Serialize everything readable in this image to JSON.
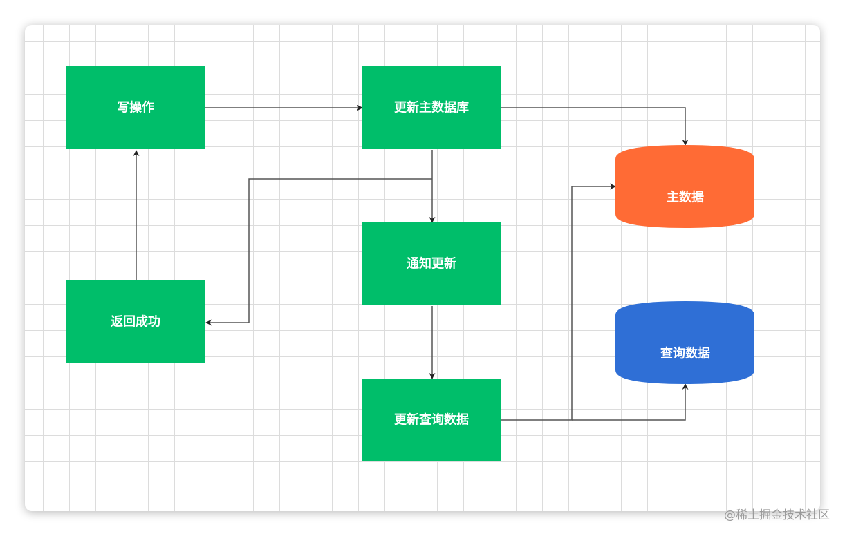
{
  "diagram": {
    "type": "flowchart",
    "colors": {
      "process": "#00be6a",
      "primary_db": "#ff6b35",
      "query_db": "#2f6fd6",
      "edge": "#555555"
    },
    "nodes": [
      {
        "id": "write",
        "label": "写操作",
        "shape": "rect",
        "color": "process"
      },
      {
        "id": "update_master",
        "label": "更新主数据库",
        "shape": "rect",
        "color": "process"
      },
      {
        "id": "notify",
        "label": "通知更新",
        "shape": "rect",
        "color": "process"
      },
      {
        "id": "update_query",
        "label": "更新查询数据",
        "shape": "rect",
        "color": "process"
      },
      {
        "id": "return_ok",
        "label": "返回成功",
        "shape": "rect",
        "color": "process"
      },
      {
        "id": "master_db",
        "label": "主数据",
        "shape": "cylinder",
        "color": "primary_db"
      },
      {
        "id": "query_db",
        "label": "查询数据",
        "shape": "cylinder",
        "color": "query_db"
      }
    ],
    "edges": [
      {
        "from": "write",
        "to": "update_master"
      },
      {
        "from": "update_master",
        "to": "master_db"
      },
      {
        "from": "update_master",
        "to": "notify"
      },
      {
        "from": "update_master",
        "to": "return_ok"
      },
      {
        "from": "notify",
        "to": "update_query"
      },
      {
        "from": "update_query",
        "to": "master_db"
      },
      {
        "from": "update_query",
        "to": "query_db"
      },
      {
        "from": "return_ok",
        "to": "write"
      }
    ]
  },
  "watermark": "@稀土掘金技术社区"
}
